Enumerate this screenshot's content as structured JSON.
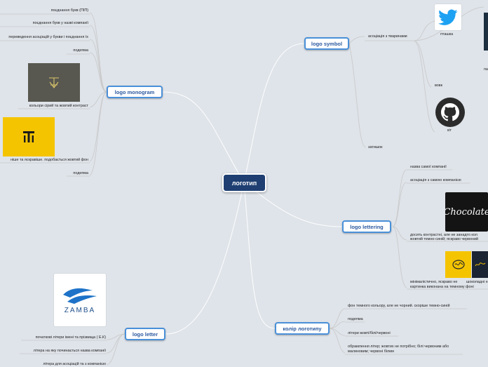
{
  "root": {
    "label": "логотип"
  },
  "branches": {
    "symbol": "logo symbol",
    "monogram": "logo monogram",
    "lettering": "logo lettering",
    "letter": "logo letter",
    "color": "колір логотипу"
  },
  "symbol": {
    "animals": "асоціація з тваринами",
    "bird": "пташка",
    "wolf": "вовк",
    "cat": "кіт",
    "partial": "па",
    "comfort": "затишок"
  },
  "monogram": {
    "items": [
      "поєднання букв (ПІП)",
      "поєднання букв у назві компанії",
      "переведення асоціацій у букви і поєднання їх",
      "подепма",
      "кольори сірий та жовтий контраст",
      "ніше та яскравіше. подобається жовтий фон",
      "подепма"
    ]
  },
  "lettering": {
    "items": [
      "назва самої компанії",
      "асоціація з самою компанією",
      "досить контрастні, але не занадто кол",
      "жовтий темно-синій; яскраво червоний",
      "мінімалістично, яскраво не",
      "картинка виконана на темному фоні",
      "шоколадні н"
    ],
    "chocolate": "Chocolate"
  },
  "letter": {
    "items": [
      "початкові літери імені та прізвища ( Е.К)",
      "літера на яку починається назва компанії",
      "літера для асоціацій та з компанією"
    ],
    "zamba": "ZAMBA"
  },
  "color": {
    "items": [
      "фон темного кольору, але не чорний. скоріше темно-синій",
      "подепма",
      "літери жовті/білі/червоні",
      "обрамлення літер; жовтих не потрібно; білі червоним або",
      "малиновим; червоні білим"
    ]
  },
  "colors": {
    "root": "#1f3f72",
    "branch_border": "#4a90d9",
    "accent_yellow": "#f5c400",
    "twitter": "#1da1f2"
  }
}
